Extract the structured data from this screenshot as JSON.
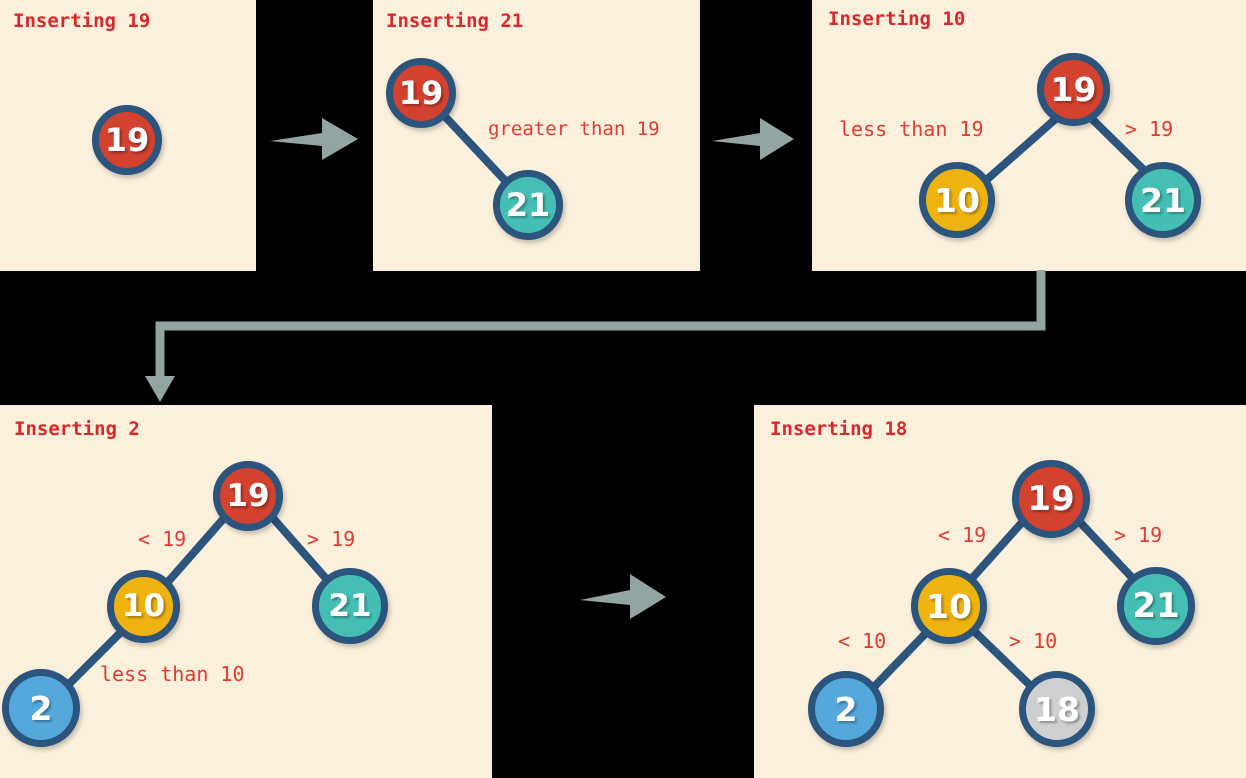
{
  "diagram": {
    "title_text_color": "#D8282B",
    "panel_bg": "#FBF0DC",
    "page_bg": "#000000",
    "edge_color": "#2C557E",
    "arrow_color": "#92A5A2",
    "label_color": "#E03A32",
    "node_colors": {
      "red": "#D3412F",
      "teal": "#45BFB4",
      "gold": "#EFB310",
      "blue": "#54A8DB",
      "gray": "#CDCFD1",
      "ring": "#2C557E"
    }
  },
  "panels": [
    {
      "id": "panel-insert-19",
      "title": "Inserting 19",
      "nodes": [
        {
          "value": "19",
          "color": "red"
        }
      ],
      "edge_labels": []
    },
    {
      "id": "panel-insert-21",
      "title": "Inserting 21",
      "nodes": [
        {
          "value": "19",
          "color": "red"
        },
        {
          "value": "21",
          "color": "teal"
        }
      ],
      "edge_labels": [
        "greater than 19"
      ]
    },
    {
      "id": "panel-insert-10",
      "title": "Inserting 10",
      "nodes": [
        {
          "value": "19",
          "color": "red"
        },
        {
          "value": "10",
          "color": "gold"
        },
        {
          "value": "21",
          "color": "teal"
        }
      ],
      "edge_labels": [
        "less than 19",
        "> 19"
      ]
    },
    {
      "id": "panel-insert-2",
      "title": "Inserting 2",
      "nodes": [
        {
          "value": "19",
          "color": "red"
        },
        {
          "value": "10",
          "color": "gold"
        },
        {
          "value": "21",
          "color": "teal"
        },
        {
          "value": "2",
          "color": "blue"
        }
      ],
      "edge_labels": [
        "< 19",
        "> 19",
        "less than 10"
      ]
    },
    {
      "id": "panel-insert-18",
      "title": "Inserting 18",
      "nodes": [
        {
          "value": "19",
          "color": "red"
        },
        {
          "value": "10",
          "color": "gold"
        },
        {
          "value": "21",
          "color": "teal"
        },
        {
          "value": "2",
          "color": "blue"
        },
        {
          "value": "18",
          "color": "gray"
        }
      ],
      "edge_labels": [
        "< 19",
        "> 19",
        "< 10",
        "> 10"
      ]
    }
  ],
  "labels": {
    "p1_title": "Inserting 19",
    "p2_title": "Inserting 21",
    "p2_e1": "greater than 19",
    "p3_title": "Inserting 10",
    "p3_e1": "less than 19",
    "p3_e2": "> 19",
    "p4_title": "Inserting 2",
    "p4_e1": "< 19",
    "p4_e2": "> 19",
    "p4_e3": "less than 10",
    "p5_title": "Inserting 18",
    "p5_e1": "< 19",
    "p5_e2": "> 19",
    "p5_e3": "< 10",
    "p5_e4": "> 10"
  },
  "node_values": {
    "p1_n19": "19",
    "p2_n19": "19",
    "p2_n21": "21",
    "p3_n19": "19",
    "p3_n10": "10",
    "p3_n21": "21",
    "p4_n19": "19",
    "p4_n10": "10",
    "p4_n21": "21",
    "p4_n2": "2",
    "p5_n19": "19",
    "p5_n10": "10",
    "p5_n21": "21",
    "p5_n2": "2",
    "p5_n18": "18"
  }
}
